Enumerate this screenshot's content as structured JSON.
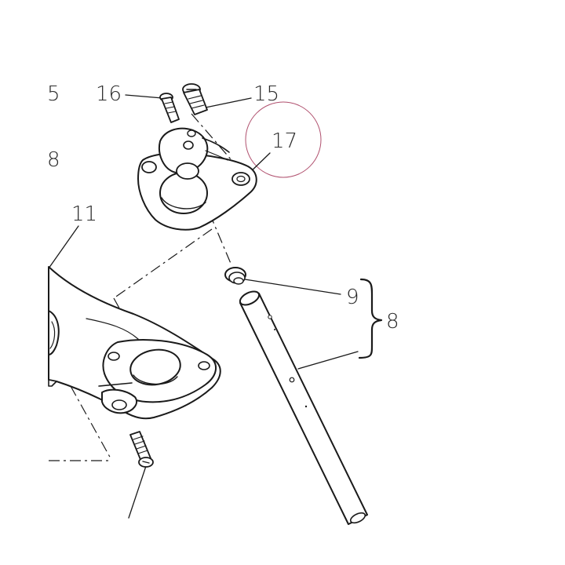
{
  "labels": {
    "l5": "5",
    "l8_left": "8",
    "l16": "16",
    "l15": "15",
    "l17": "17",
    "l11": "11",
    "l9": "9",
    "l8_right": "8"
  },
  "colors": {
    "line": "#1a1a1a",
    "highlight_circle": "#b0506e",
    "background": "#ffffff"
  }
}
